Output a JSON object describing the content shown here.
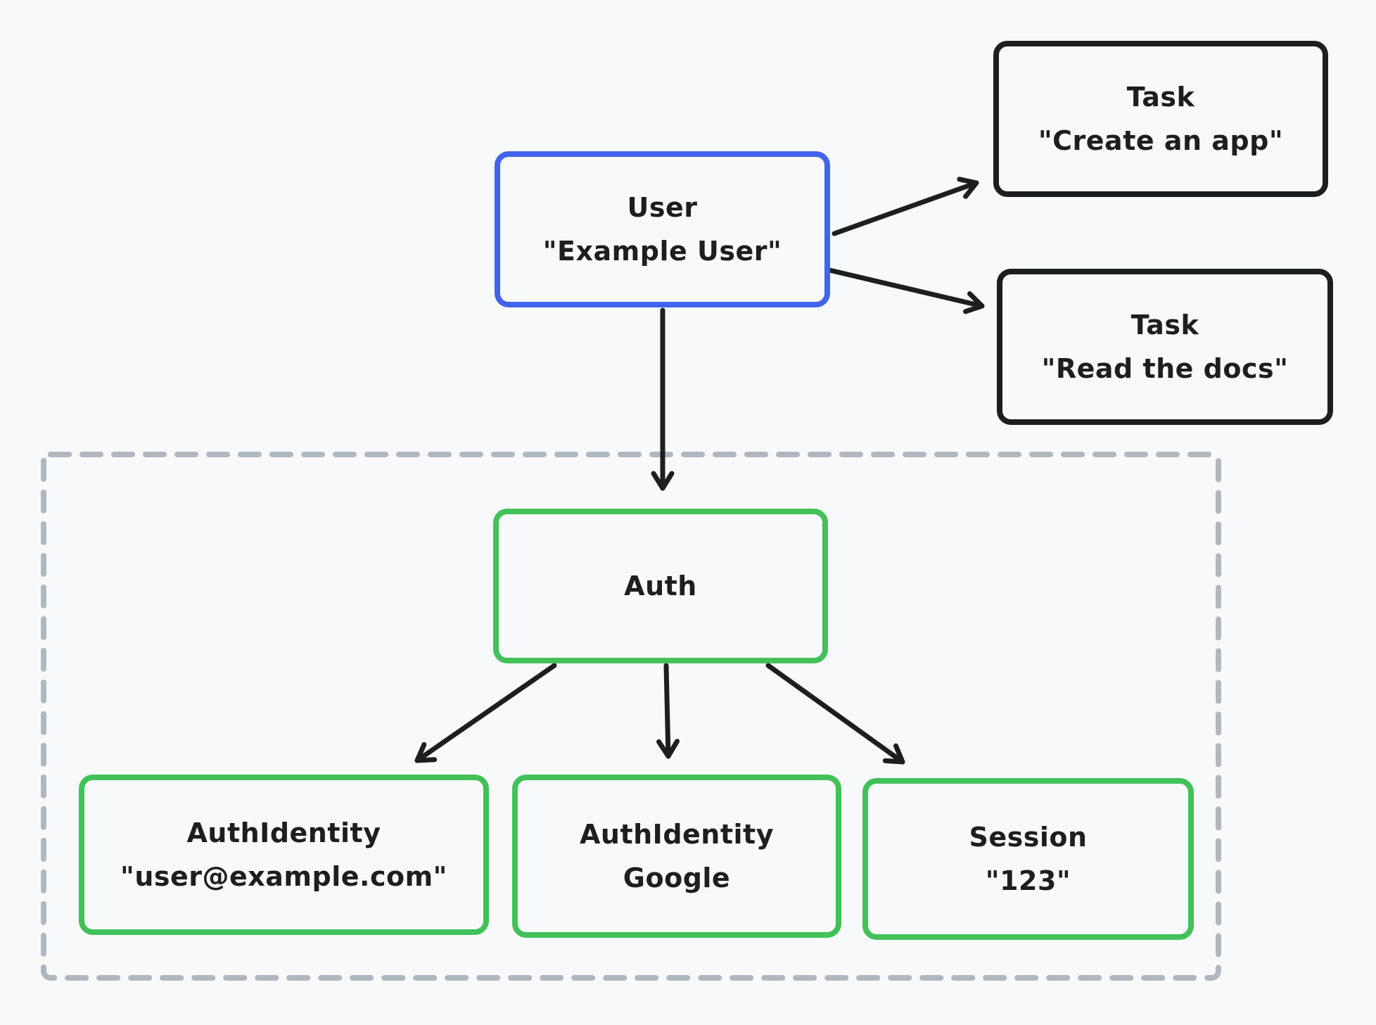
{
  "nodes": {
    "user": {
      "line1": "User",
      "line2": "\"Example User\"",
      "border_color": "#4263eb"
    },
    "task_create": {
      "line1": "Task",
      "line2": "\"Create an app\"",
      "border_color": "#1e1e1e"
    },
    "task_read": {
      "line1": "Task",
      "line2": "\"Read the docs\"",
      "border_color": "#1e1e1e"
    },
    "auth": {
      "line1": "Auth",
      "border_color": "#42c158"
    },
    "auth_identity_email": {
      "line1": "AuthIdentity",
      "line2": "\"user@example.com\"",
      "border_color": "#42c158"
    },
    "auth_identity_google": {
      "line1": "AuthIdentity",
      "line2": "Google",
      "border_color": "#42c158"
    },
    "session": {
      "line1": "Session",
      "line2": "\"123\"",
      "border_color": "#42c158"
    }
  },
  "edges": [
    {
      "from": "user",
      "to": "task_create"
    },
    {
      "from": "user",
      "to": "task_read"
    },
    {
      "from": "user",
      "to": "auth"
    },
    {
      "from": "auth",
      "to": "auth_identity_email"
    },
    {
      "from": "auth",
      "to": "auth_identity_google"
    },
    {
      "from": "auth",
      "to": "session"
    }
  ],
  "groups": {
    "auth_boundary": {
      "style": "dashed",
      "color": "#b1b7bf",
      "contains": [
        "auth",
        "auth_identity_email",
        "auth_identity_google",
        "session"
      ]
    }
  },
  "colors": {
    "background": "#f8f9fb",
    "text": "#1e1e1e",
    "arrow": "#1e1e1e",
    "user_accent": "#4263eb",
    "auth_accent": "#42c158",
    "task_stroke": "#1e1e1e",
    "boundary_dash": "#b1b7bf"
  }
}
